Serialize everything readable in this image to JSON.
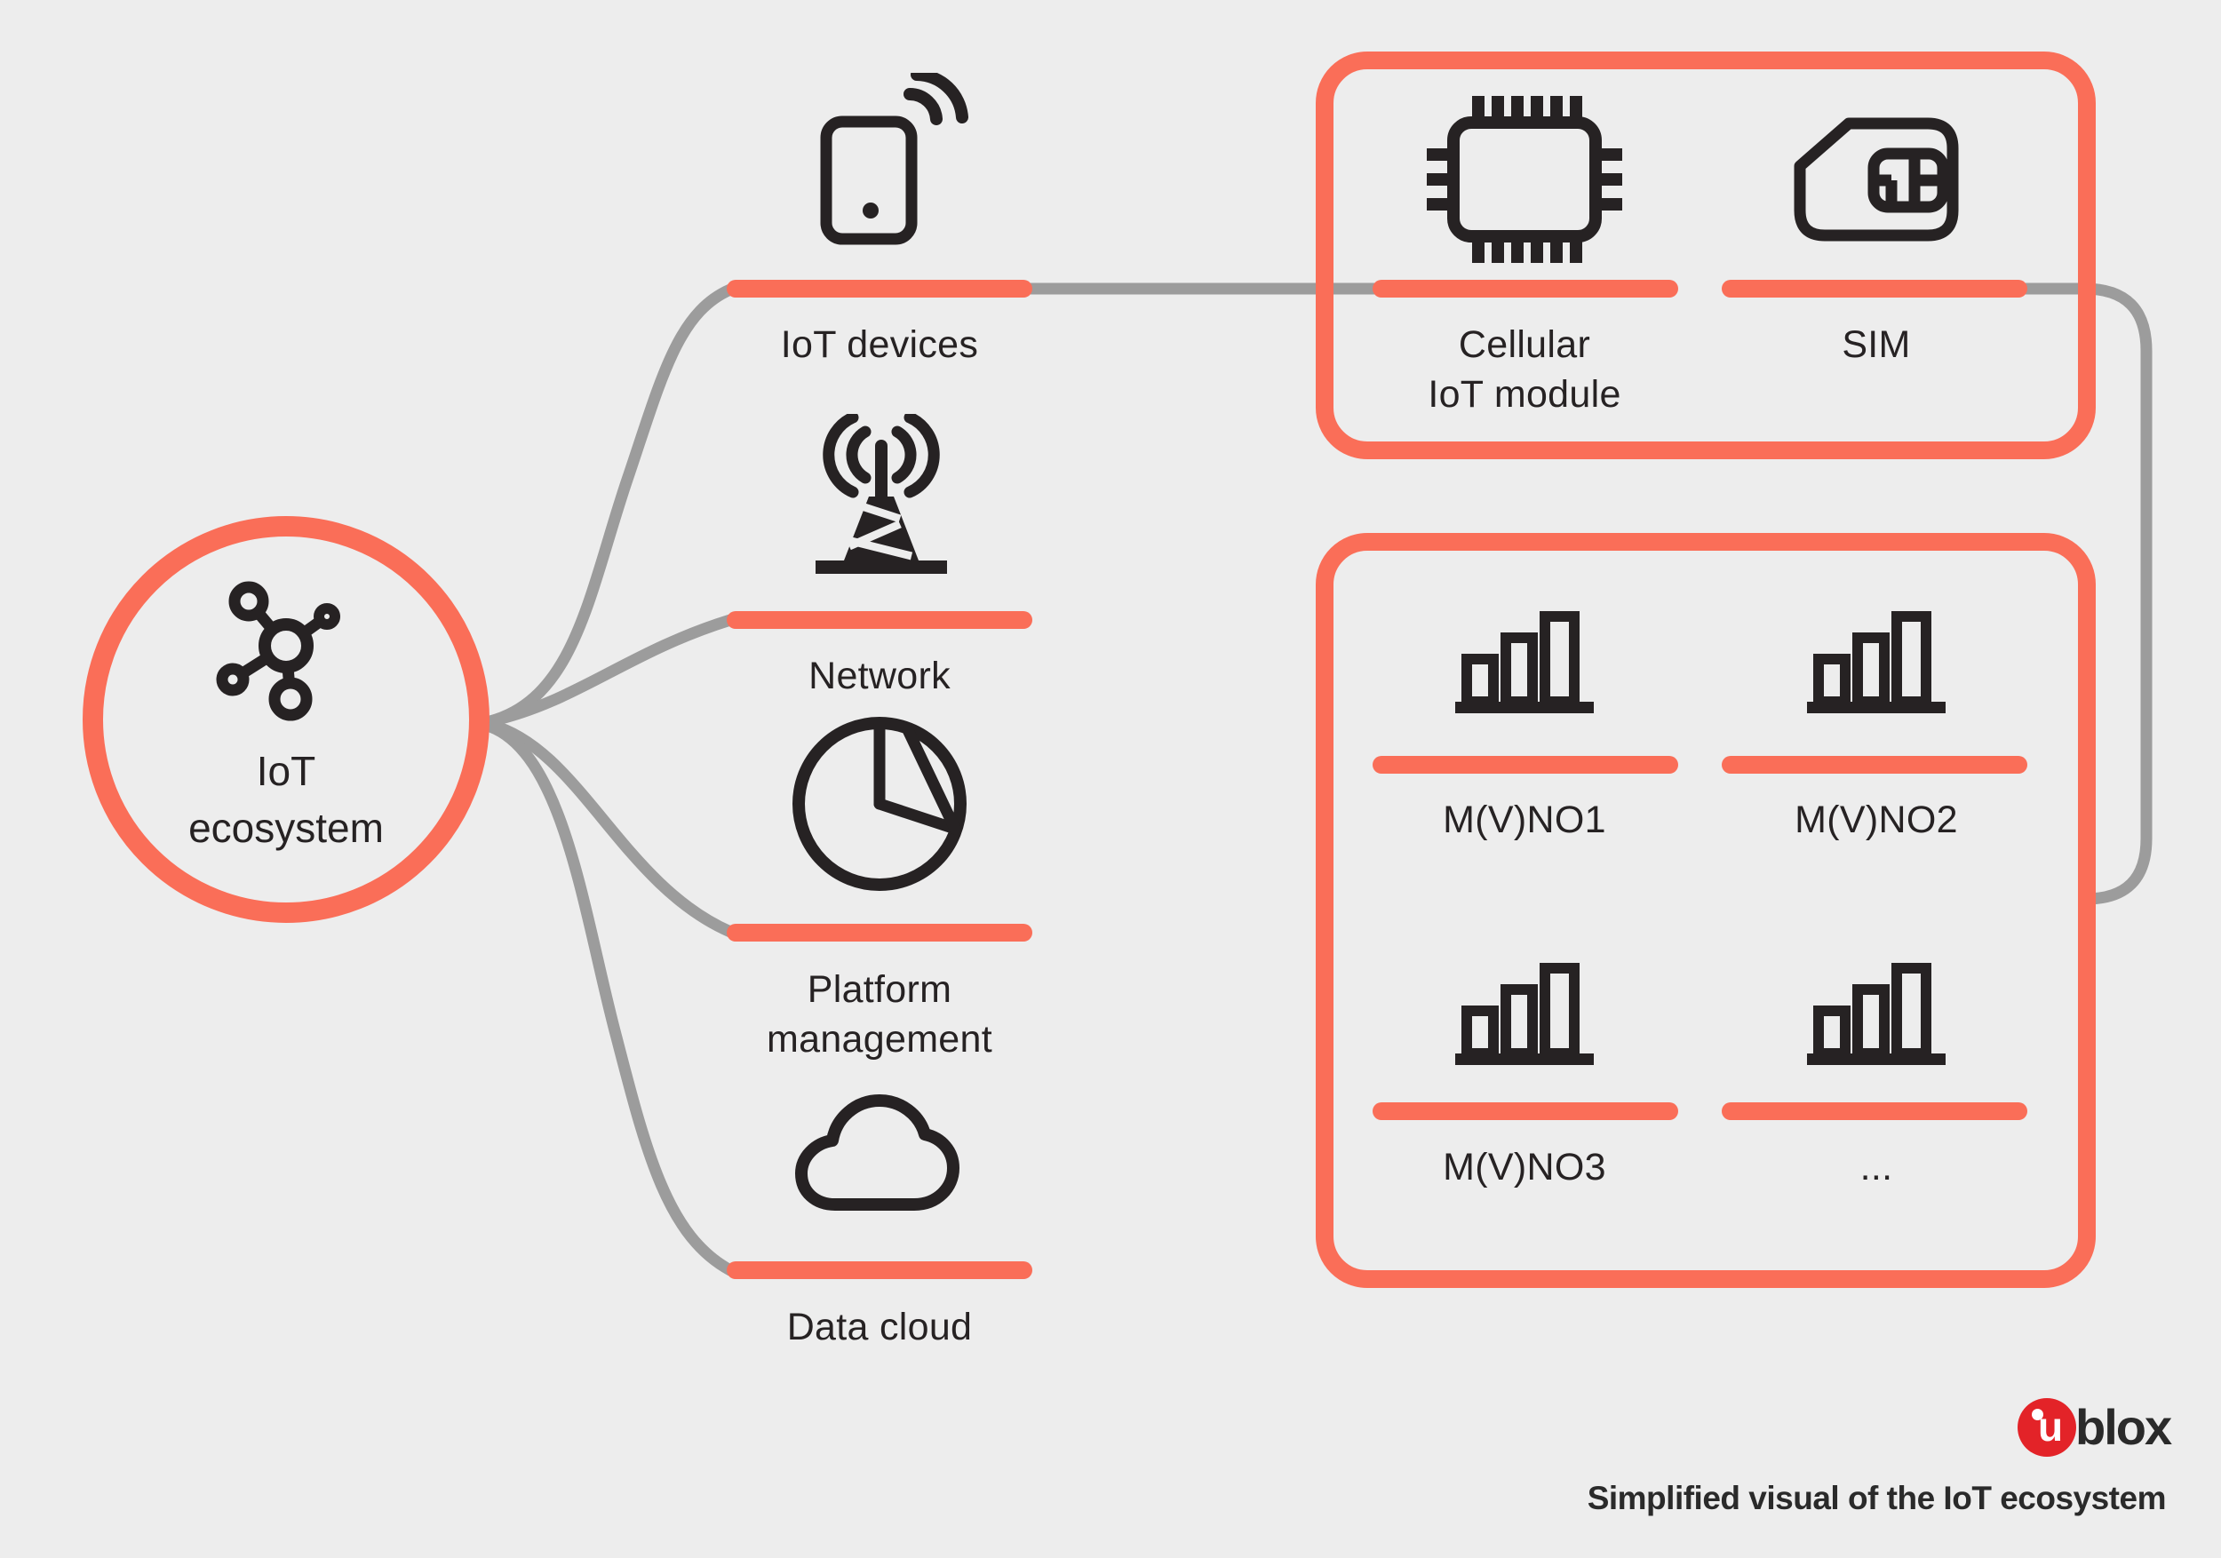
{
  "palette": {
    "background": "#EDEDED",
    "coral": "#FA6E58",
    "line": "#9C9C9C",
    "ink": "#262223",
    "logored": "#E32328",
    "logoink": "#2A2A2A"
  },
  "hub": {
    "line1": "IoT",
    "line2": "ecosystem",
    "icon": "network-nodes-icon"
  },
  "branches": [
    {
      "label": "IoT devices",
      "icon": "phone-signal-icon"
    },
    {
      "label": "Network",
      "icon": "radio-tower-icon"
    },
    {
      "line1": "Platform",
      "line2": "management",
      "icon": "pie-chart-icon"
    },
    {
      "label": "Data cloud",
      "icon": "cloud-icon"
    }
  ],
  "module_box": {
    "cellular": {
      "line1": "Cellular",
      "line2": "IoT module",
      "icon": "chip-icon"
    },
    "sim": {
      "label": "SIM",
      "icon": "sim-card-icon"
    }
  },
  "operator_box": {
    "icon": "signal-bars-icon",
    "cells": [
      {
        "label": "M(V)NO1"
      },
      {
        "label": "M(V)NO2"
      },
      {
        "label": "M(V)NO3"
      },
      {
        "label": "..."
      }
    ]
  },
  "footer": {
    "logo": {
      "u": "u",
      "suffix": "blox"
    },
    "caption": "Simplified visual of the IoT ecosystem"
  }
}
